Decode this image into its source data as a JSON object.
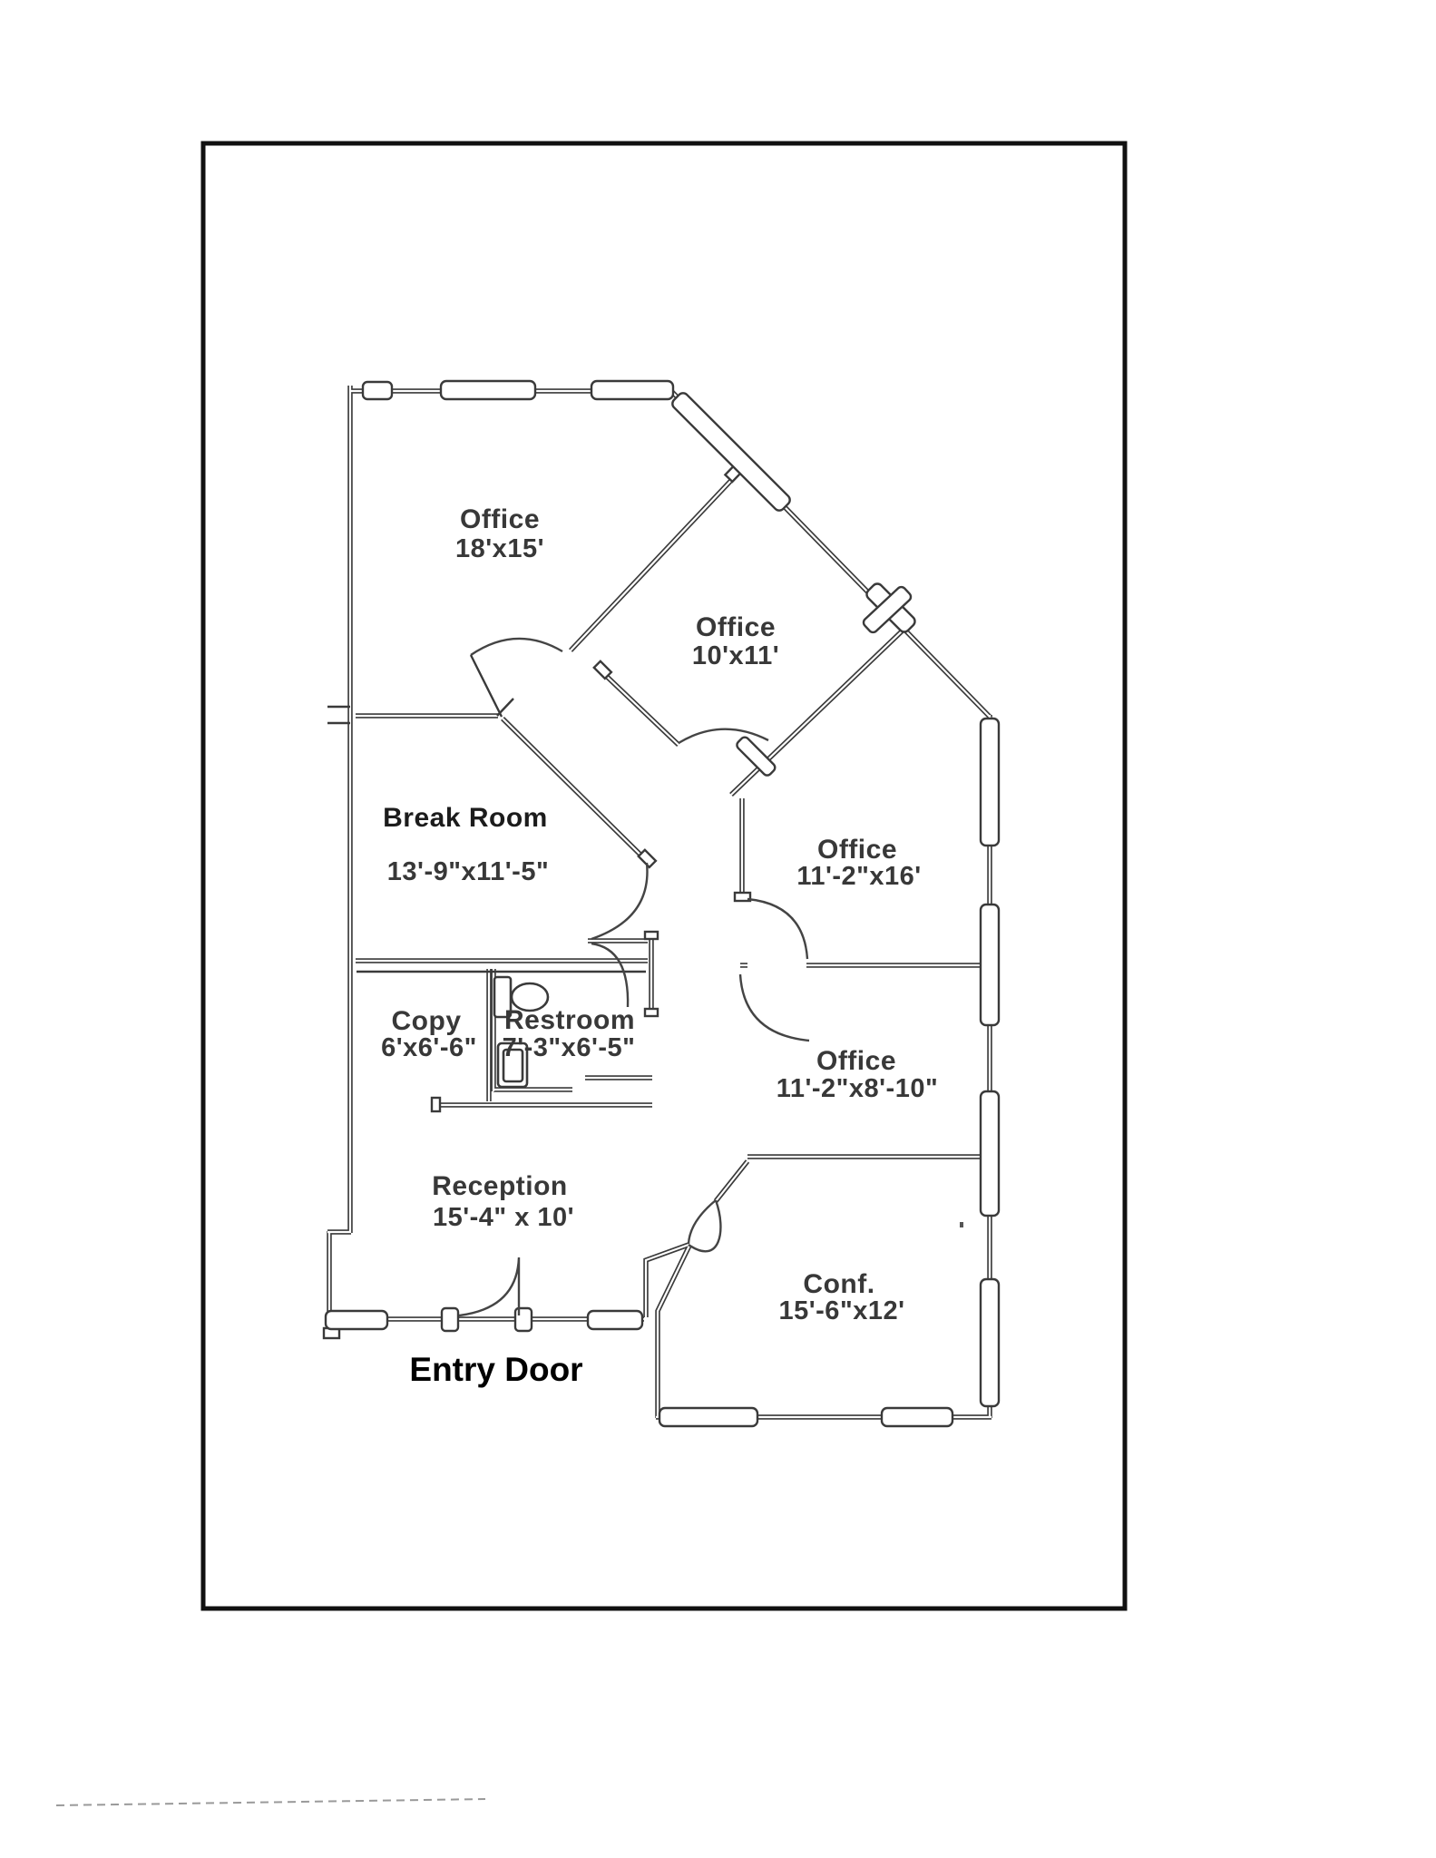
{
  "page": {
    "background": "#ffffff",
    "border_color": "#111111",
    "wall_color": "#3a3a3a",
    "label_color": "#383838"
  },
  "floor_plan": {
    "rooms": [
      {
        "id": "office-18x15",
        "name": "Office",
        "dimensions": "18'x15'"
      },
      {
        "id": "office-10x11",
        "name": "Office",
        "dimensions": "10'x11'"
      },
      {
        "id": "break-room",
        "name": "Break Room",
        "dimensions": "13'-9\"x11'-5\""
      },
      {
        "id": "office-11-2x16",
        "name": "Office",
        "dimensions": "11'-2\"x16'"
      },
      {
        "id": "office-11-2x8-10",
        "name": "Office",
        "dimensions": "11'-2\"x8'-10\""
      },
      {
        "id": "copy",
        "name": "Copy",
        "dimensions": "6'x6'-6\""
      },
      {
        "id": "restroom",
        "name": "Restroom",
        "dimensions": "7'-3\"x6'-5\""
      },
      {
        "id": "reception",
        "name": "Reception",
        "dimensions": "15'-4\" x 10'"
      },
      {
        "id": "conference",
        "name": "Conf.",
        "dimensions": "15'-6\"x12'"
      }
    ],
    "annotations": [
      {
        "id": "entry-door",
        "label": "Entry Door"
      }
    ],
    "fixtures": [
      {
        "id": "toilet",
        "label": "toilet"
      },
      {
        "id": "sink",
        "label": "sink"
      }
    ]
  }
}
